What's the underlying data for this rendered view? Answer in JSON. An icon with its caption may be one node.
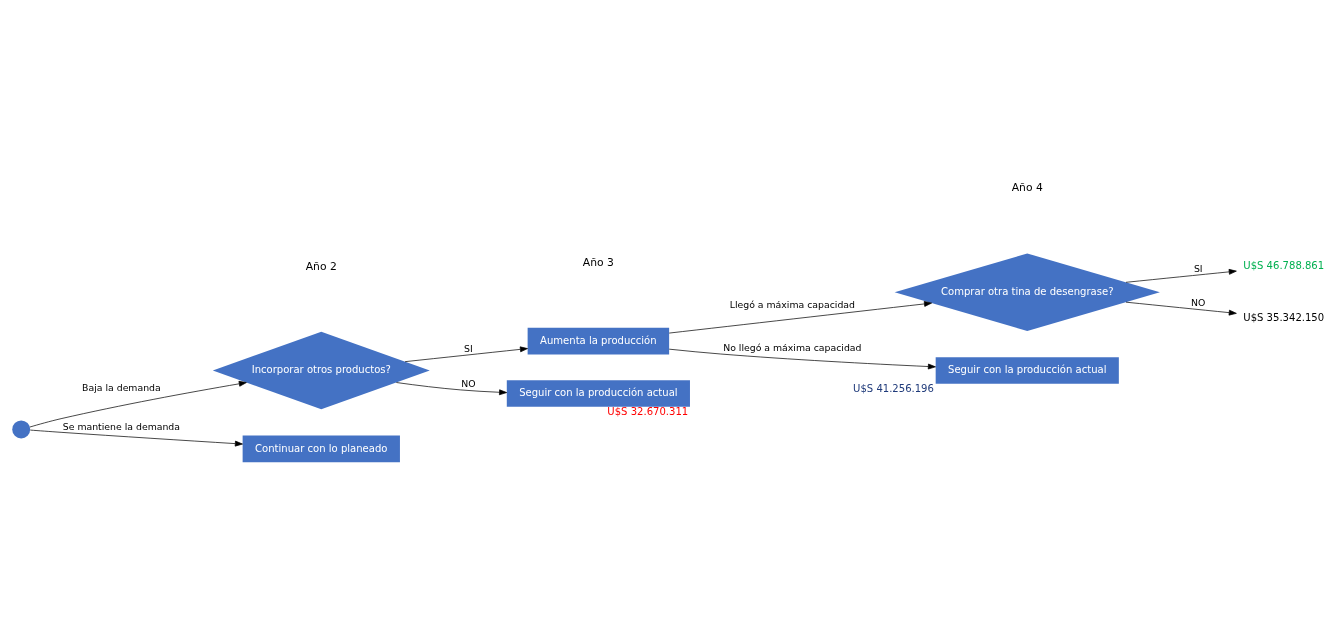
{
  "diagram": {
    "nodes": [
      {
        "text": [],
        "shape": "circle"
      },
      {
        "text": [
          "Incorporar otros productos?"
        ]
      },
      {
        "text": [
          "Continuar con lo planeado"
        ]
      },
      {
        "text": [
          "Aumenta la producción"
        ]
      },
      {
        "text": [
          "Seguir con la producción actual"
        ],
        "beside": [
          "U$S 32.670.311"
        ]
      },
      {
        "text": [
          "Comprar otra tina de desengrase?"
        ]
      },
      {
        "text": [
          "Seguir con la producción actual"
        ],
        "beside": [
          "U$S 41.256.196"
        ]
      },
      {
        "text": [
          "U$S 46.788.861"
        ]
      },
      {
        "text": [
          "U$S 35.342.150"
        ]
      }
    ],
    "edges": [
      {
        "from": 0,
        "to": 1,
        "arrow": "to",
        "label": "Baja la demanda"
      },
      {
        "from": 0,
        "to": 2,
        "arrow": "to",
        "label": "Se mantiene la demanda"
      },
      {
        "from": 1,
        "to": 3,
        "arrow": "to",
        "label": "SI"
      },
      {
        "from": 1,
        "to": 4,
        "arrow": "to",
        "label": "NO"
      },
      {
        "from": 3,
        "to": 5,
        "arrow": "to",
        "label": "Llegó a máxima capacidad"
      },
      {
        "from": 3,
        "to": 6,
        "arrow": "to",
        "label": "No llegó a máxima capacidad"
      },
      {
        "from": 5,
        "to": 7,
        "arrow": "to",
        "label": "SI"
      },
      {
        "from": 5,
        "to": 8,
        "arrow": "to",
        "label": "NO"
      }
    ],
    "labels": [
      "Año 2",
      "Año 3",
      "Año 4"
    ]
  }
}
